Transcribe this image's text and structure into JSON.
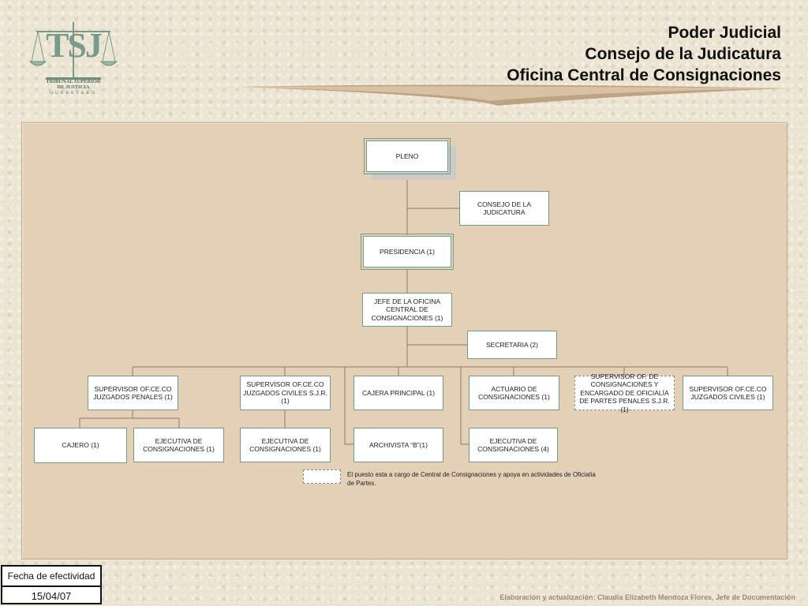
{
  "header": {
    "line1": "Poder Judicial",
    "line2": "Consejo de la Judicatura",
    "line3": "Oficina Central  de Consignaciones"
  },
  "logo": {
    "letters": "TSJ",
    "line1": "TRIBUNAL SUPERIOR",
    "line2": "DE JUSTICIA",
    "line3": "QUERETARO"
  },
  "nodes": {
    "pleno": "PLENO",
    "consejo": "CONSEJO DE LA JUDICATURA",
    "presidencia": "PRESIDENCIA (1)",
    "jefe": "JEFE DE LA OFICINA CENTRAL DE CONSIGNACIONES   (1)",
    "secretaria": "SECRETARIA  (2)",
    "sup_penales": "SUPERVISOR OF.CE.CO JUZGADOS PENALES  (1)",
    "sup_civiles_sjr": "SUPERVISOR OF.CE.CO JUZGADOS CIVILES  S.J.R. (1)",
    "cajera": "CAJERA PRINCIPAL (1)",
    "actuario": "ACTUARIO DE CONSIGNACIONES (1)",
    "sup_oficialia": "SUPERVISOR OF. DE CONSIGNACIONES Y ENCARGADO DE OFICIALÍA DE PARTES PENALES S.J.R.  (1)",
    "sup_civiles": "SUPERVISOR OF.CE.CO JUZGADOS CIVILES (1)",
    "cajero": "CAJERO (1)",
    "ejec_penales": "EJECUTIVA DE CONSIGNACIONES (1)",
    "ejec_civiles": "EJECUTIVA DE CONSIGNACIONES (1)",
    "archivista": "ARCHIVISTA “B”(1)",
    "ejec_actuario": "EJECUTIVA DE CONSIGNACIONES (4)"
  },
  "legend": {
    "text": "El puesto esta a cargo de Central de Consignaciones y apoya en actividades de Oficialía de Partes."
  },
  "footer": {
    "fecha_label": "Fecha de efectividad",
    "fecha_value": "15/04/07",
    "credit": "Elaboración y actualización: Claudia Elizabeth Mendoza Flores,  Jefe de Documentación"
  },
  "colors": {
    "panel": "#e4d0b7",
    "line": "#8a7a62",
    "node_border": "#6e9e86"
  }
}
